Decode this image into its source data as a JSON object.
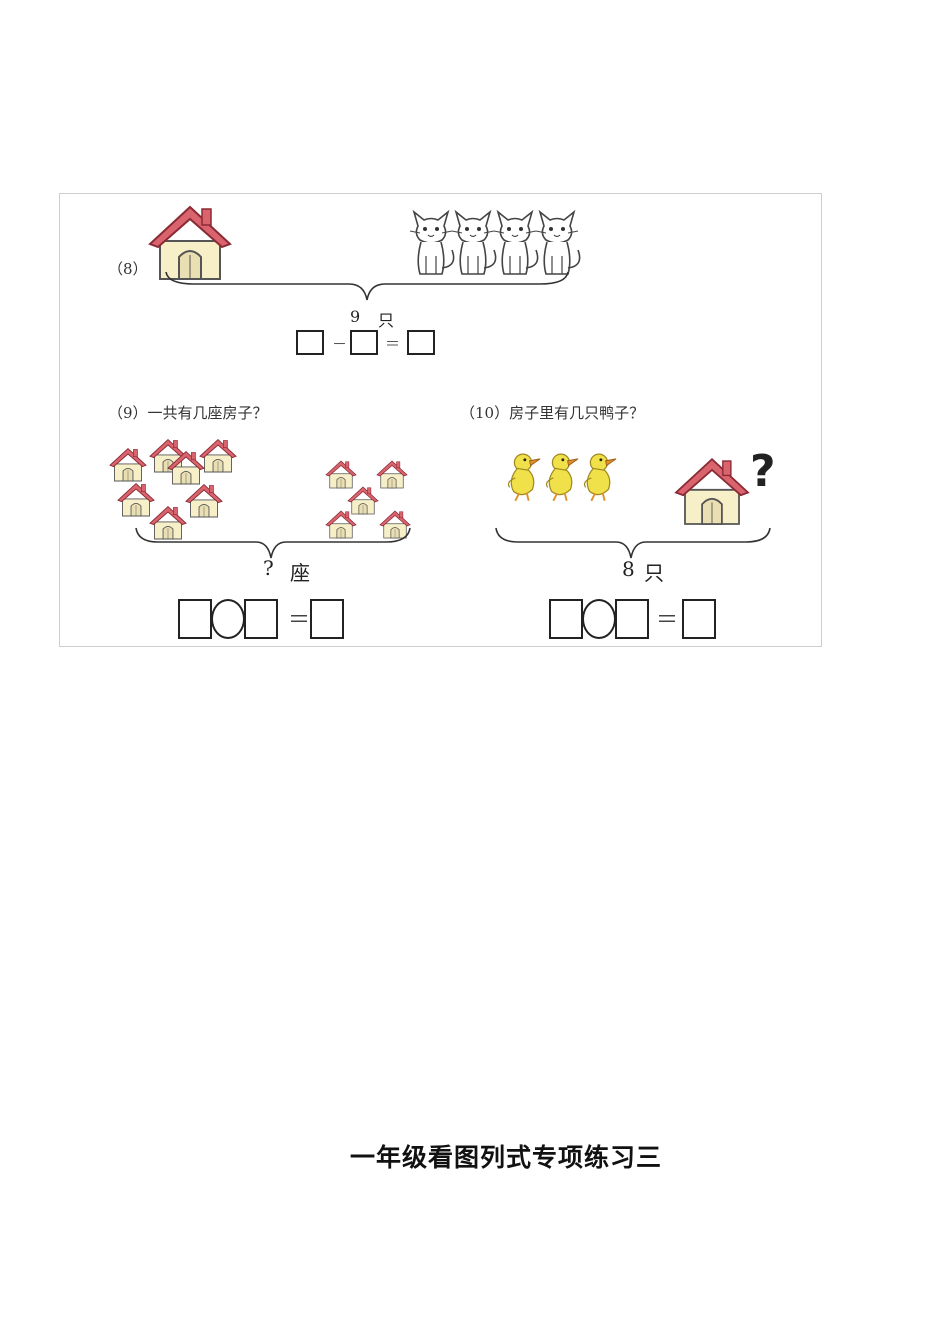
{
  "q8": {
    "label": "（8）",
    "total": "9",
    "unit": "只",
    "minus": "－",
    "equals": "＝"
  },
  "q9": {
    "label": "（9）一共有几座房子？",
    "total": "?",
    "unit": "座",
    "equals": "＝"
  },
  "q10": {
    "label": "（10）房子里有几只鸭子？",
    "total": "8",
    "unit": "只",
    "equals": "＝",
    "question_mark": "?"
  },
  "page_title": "一年级看图列式专项练习三",
  "colors": {
    "roof": "#d9646e",
    "wall": "#f7efc8",
    "duck": "#f0e04a",
    "beak": "#e0902a"
  }
}
